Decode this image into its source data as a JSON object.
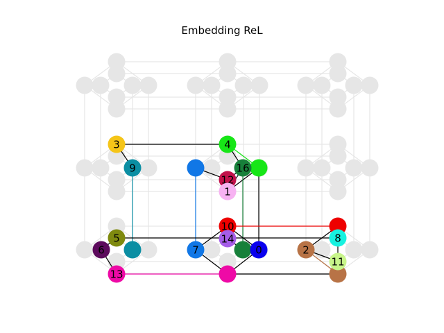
{
  "figure": {
    "title": "Embedding ReL"
  },
  "graph": {
    "ghost_node_color": "#e6e6e6",
    "ghost_edge_color": "#e6e6e6",
    "nodes": [
      {
        "id": "3",
        "label": "3",
        "color": "#f5c518"
      },
      {
        "id": "4",
        "label": "4",
        "color": "#17e617"
      },
      {
        "id": "9",
        "label": "9",
        "color": "#0b8ea3"
      },
      {
        "id": "16",
        "label": "16",
        "color": "#17803a"
      },
      {
        "id": "12",
        "label": "12",
        "color": "#c2104a"
      },
      {
        "id": "1",
        "label": "1",
        "color": "#f7b2f2"
      },
      {
        "id": "10",
        "label": "10",
        "color": "#ee0000"
      },
      {
        "id": "14",
        "label": "14",
        "color": "#a55de8"
      },
      {
        "id": "7",
        "label": "7",
        "color": "#1177e6"
      },
      {
        "id": "0",
        "label": "0",
        "color": "#0a00ee"
      },
      {
        "id": "5",
        "label": "5",
        "color": "#7f8a0f"
      },
      {
        "id": "6",
        "label": "6",
        "color": "#5c0a5c"
      },
      {
        "id": "13",
        "label": "13",
        "color": "#ee0aa6"
      },
      {
        "id": "2",
        "label": "2",
        "color": "#b87346"
      },
      {
        "id": "8",
        "label": "8",
        "color": "#17f2e0"
      },
      {
        "id": "11",
        "label": "11",
        "color": "#c8f58a"
      }
    ],
    "extra_nodes": [
      {
        "id": "u_blue_7",
        "color": "#1177e6"
      },
      {
        "id": "u_lime_4",
        "color": "#17e617"
      },
      {
        "id": "u_teal_9",
        "color": "#0b8ea3"
      },
      {
        "id": "u_green_16",
        "color": "#17803a"
      },
      {
        "id": "u_red_10",
        "color": "#ee0000"
      },
      {
        "id": "u_pink_13",
        "color": "#ee0aa6"
      },
      {
        "id": "u_brown_2",
        "color": "#b87346"
      }
    ],
    "edges": [
      {
        "from": "3",
        "to": "4",
        "color": "#000000"
      },
      {
        "from": "3",
        "to": "9",
        "color": "#000000"
      },
      {
        "from": "4",
        "to": "u_lime_4",
        "color": "#17e617"
      },
      {
        "from": "4",
        "to": "16",
        "color": "#000000"
      },
      {
        "from": "u_blue_7",
        "to": "12",
        "color": "#000000"
      },
      {
        "from": "u_blue_7",
        "to": "7",
        "color": "#1177e6"
      },
      {
        "from": "u_lime_4",
        "to": "1",
        "color": "#000000"
      },
      {
        "from": "u_lime_4",
        "to": "0",
        "color": "#000000"
      },
      {
        "from": "12",
        "to": "16",
        "color": "#000000"
      },
      {
        "from": "16",
        "to": "1",
        "color": "#000000"
      },
      {
        "from": "16",
        "to": "u_green_16",
        "color": "#17803a"
      },
      {
        "from": "9",
        "to": "u_teal_9",
        "color": "#0b8ea3"
      },
      {
        "from": "10",
        "to": "u_red_10",
        "color": "#ee0000"
      },
      {
        "from": "10",
        "to": "7",
        "color": "#000000"
      },
      {
        "from": "10",
        "to": "0",
        "color": "#000000"
      },
      {
        "from": "5",
        "to": "8",
        "color": "#000000"
      },
      {
        "from": "5",
        "to": "6",
        "color": "#000000"
      },
      {
        "from": "6",
        "to": "13",
        "color": "#000000"
      },
      {
        "from": "14",
        "to": "u_green_16",
        "color": "#000000"
      },
      {
        "from": "7",
        "to": "u_pink_13",
        "color": "#000000"
      },
      {
        "from": "0",
        "to": "u_pink_13",
        "color": "#000000"
      },
      {
        "from": "13",
        "to": "u_pink_13",
        "color": "#ee0aa6"
      },
      {
        "from": "u_pink_13",
        "to": "u_brown_2",
        "color": "#000000"
      },
      {
        "from": "2",
        "to": "u_brown_2",
        "color": "#b87346"
      },
      {
        "from": "2",
        "to": "u_red_10",
        "color": "#000000"
      },
      {
        "from": "2",
        "to": "11",
        "color": "#000000"
      },
      {
        "from": "u_red_10",
        "to": "8",
        "color": "#000000"
      },
      {
        "from": "8",
        "to": "11",
        "color": "#000000"
      }
    ]
  }
}
